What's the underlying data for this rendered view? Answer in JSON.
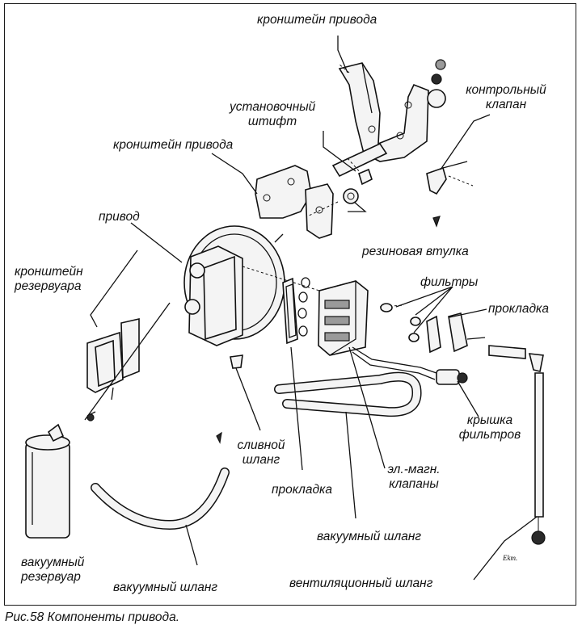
{
  "labels": {
    "bracket_top": "кронштейн привода",
    "locating_pin_1": "установочный",
    "locating_pin_2": "штифт",
    "check_valve_1": "контрольный",
    "check_valve_2": "клапан",
    "bracket_left": "кронштейн привода",
    "actuator": "привод",
    "rubber_bushing": "резиновая втулка",
    "reservoir_bracket_1": "кронштейн",
    "reservoir_bracket_2": "резервуара",
    "filters": "фильтры",
    "gasket_right": "прокладка",
    "filter_cover_1": "крышка",
    "filter_cover_2": "фильтров",
    "drain_hose_1": "сливной",
    "drain_hose_2": "шланг",
    "gasket_bottom": "прокладка",
    "solenoid_1": "эл.-магн.",
    "solenoid_2": "клапаны",
    "vacuum_hose_mid": "вакуумный шланг",
    "reservoir_1": "вакуумный",
    "reservoir_2": "резервуар",
    "vacuum_hose_bottom": "вакуумный шланг",
    "vent_hose": "вентиляционный шланг"
  },
  "caption": "Рис.58  Компоненты привода.",
  "signature": "Ekm."
}
